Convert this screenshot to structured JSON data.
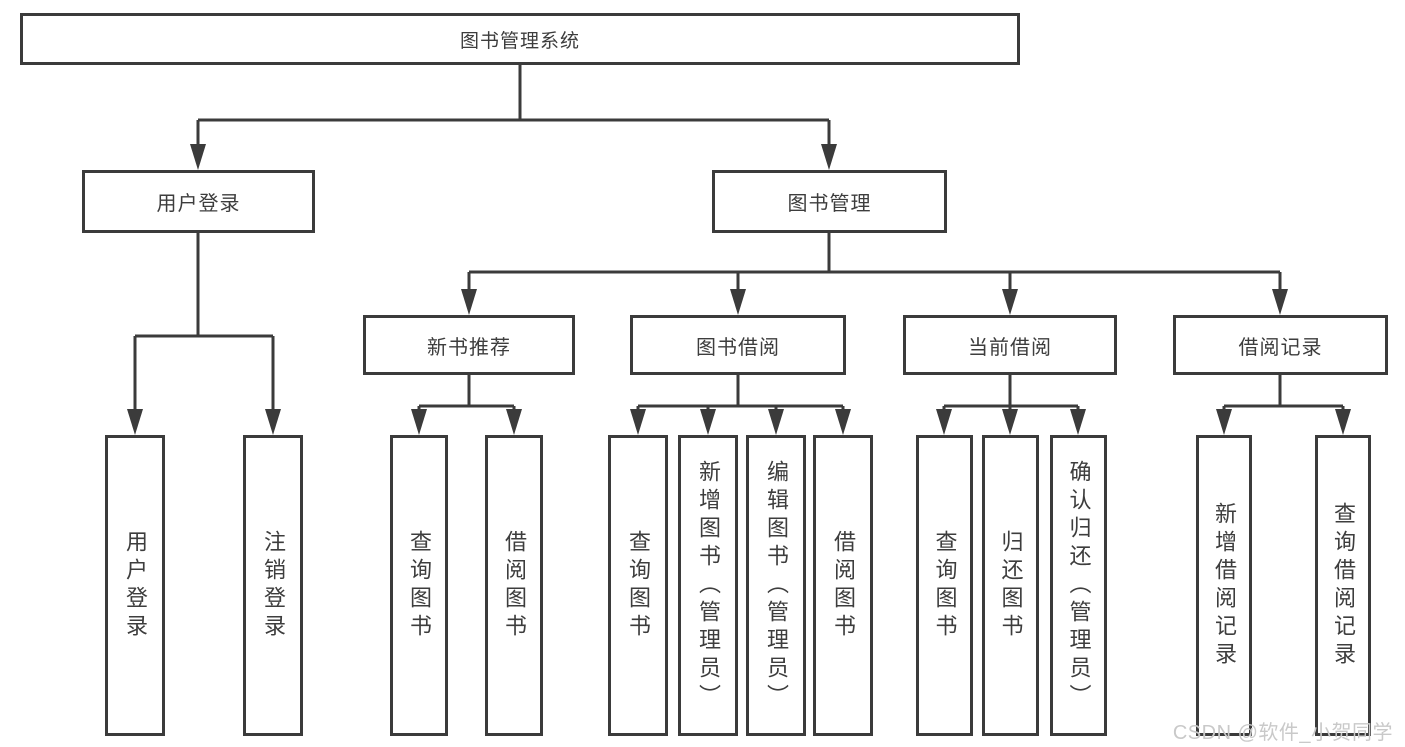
{
  "colors": {
    "background": "#ffffff",
    "line": "#3b3b3b",
    "text": "#3d3d3d",
    "watermark": "#c9c9c9"
  },
  "watermark": {
    "text": "CSDN @软件_小贺同学"
  },
  "nodes": {
    "root": {
      "label": "图书管理系统"
    },
    "level2": [
      {
        "label": "用户登录"
      },
      {
        "label": "图书管理"
      }
    ],
    "level3": [
      {
        "label": "新书推荐",
        "parent": "图书管理"
      },
      {
        "label": "图书借阅",
        "parent": "图书管理"
      },
      {
        "label": "当前借阅",
        "parent": "图书管理"
      },
      {
        "label": "借阅记录",
        "parent": "图书管理"
      }
    ],
    "leaves": [
      {
        "label": "用户登录",
        "parent": "用户登录"
      },
      {
        "label": "注销登录",
        "parent": "用户登录"
      },
      {
        "label": "查询图书",
        "parent": "新书推荐"
      },
      {
        "label": "借阅图书",
        "parent": "新书推荐"
      },
      {
        "label": "查询图书",
        "parent": "图书借阅"
      },
      {
        "label": "新增图书（管理员）",
        "parent": "图书借阅"
      },
      {
        "label": "编辑图书（管理员）",
        "parent": "图书借阅"
      },
      {
        "label": "借阅图书",
        "parent": "图书借阅"
      },
      {
        "label": "查询图书",
        "parent": "当前借阅"
      },
      {
        "label": "归还图书",
        "parent": "当前借阅"
      },
      {
        "label": "确认归还（管理员）",
        "parent": "当前借阅"
      },
      {
        "label": "新增借阅记录",
        "parent": "借阅记录"
      },
      {
        "label": "查询借阅记录",
        "parent": "借阅记录"
      }
    ]
  }
}
